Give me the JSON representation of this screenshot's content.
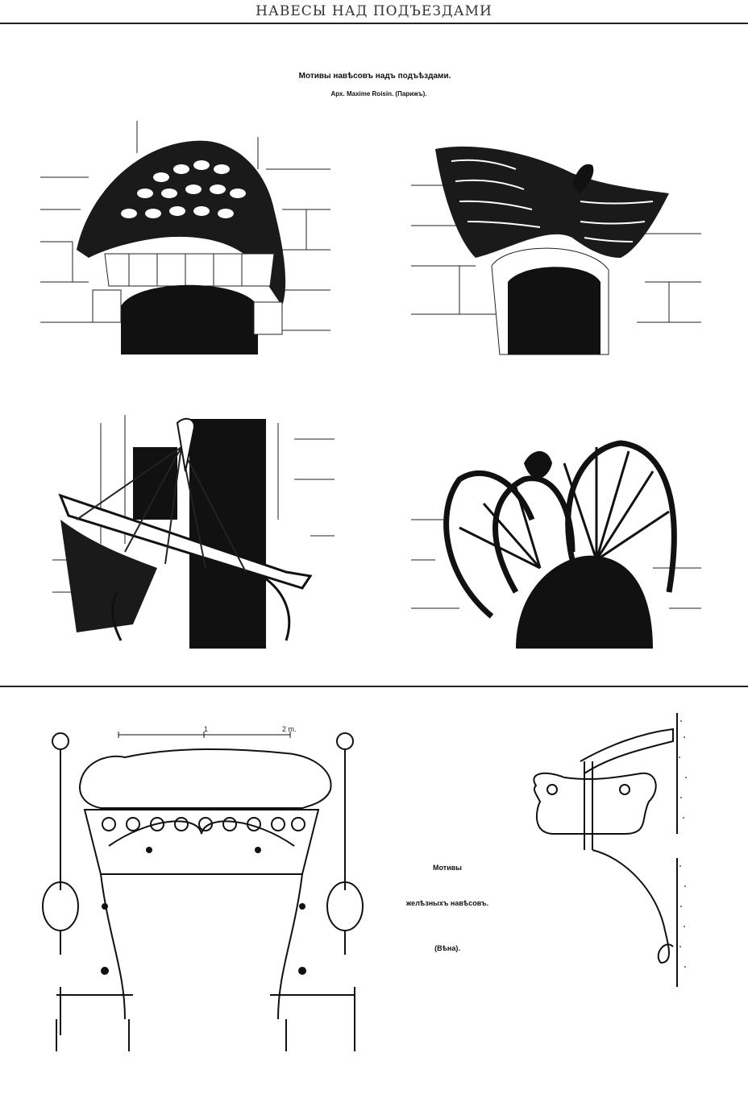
{
  "header": {
    "title": "НАВЕСЫ НАД ПОДЪЕЗДАМИ"
  },
  "top_plate": {
    "title": "Мотивы навѣсовъ надъ подъѣздами.",
    "subtitle": "Арх. Maxime Roisin. (Парижъ)."
  },
  "bottom_plate": {
    "caption_line1": "Мотивы",
    "caption_line2": "желѣзныхъ навѣсовъ.",
    "caption_line3": "(Вѣна).",
    "scale_mark_mid": "1",
    "scale_mark_end": "2 m."
  }
}
